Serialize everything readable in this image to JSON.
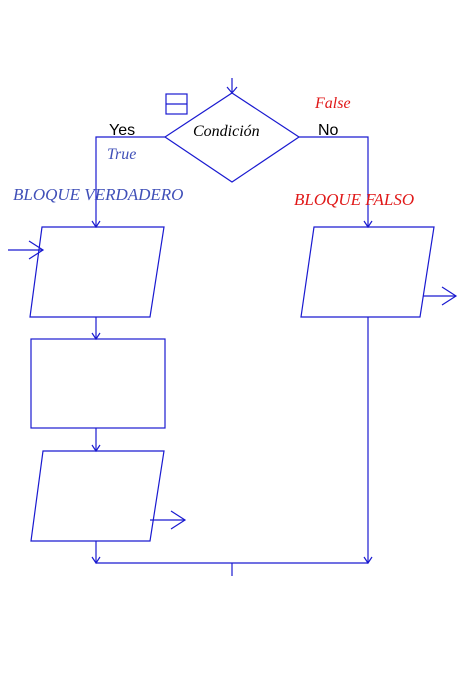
{
  "colors": {
    "line": "#1a1ad0",
    "black": "#000000",
    "true_text": "#4050b8",
    "false_text": "#e01818"
  },
  "condition": {
    "label": "Condición"
  },
  "branches": {
    "yes_label": "Yes",
    "no_label": "No",
    "true_label": "True",
    "false_label": "False"
  },
  "blocks": {
    "true_block_title": "BLOQUE VERDADERO",
    "false_block_title": "BLOQUE FALSO"
  },
  "icons": {
    "toggle": "collapse-toggle-icon",
    "entry_arrow": "arrow-right-icon",
    "exit_arrow": "arrow-right-icon"
  }
}
